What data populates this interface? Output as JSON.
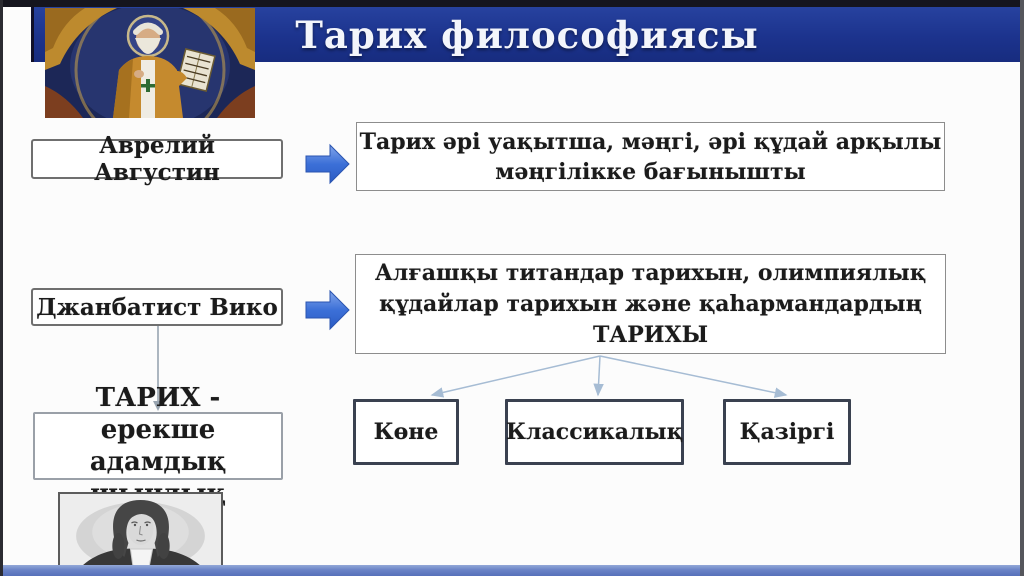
{
  "header": {
    "title": "Тарих философиясы"
  },
  "diagram": {
    "row1": {
      "person": "Аврелий Августин",
      "statement_lines": [
        "Тарих  әрі уақытша, мәңгі, әрі құдай арқылы",
        "мәңгілікке бағынышты"
      ]
    },
    "row2": {
      "person": "Джанбатист Вико",
      "statement_lines": [
        "Алғашқы титандар  тарихын, олимпиялық",
        "құдайлар тарихын және қаһармандардың",
        "ТАРИХЫ"
      ]
    },
    "conclusion": {
      "lines": [
        "ТАРИХ - ерекше",
        "адамдық шындық"
      ]
    },
    "periods": [
      {
        "label": "Көне"
      },
      {
        "label": "Классикалық"
      },
      {
        "label": "Қазіргі"
      }
    ]
  },
  "images": {
    "top_left": "augustine-fresco-painting",
    "bottom_left": "vico-engraving-portrait"
  },
  "colors": {
    "header_bg": "#1c338d",
    "title_text": "#f3f5fb",
    "block_arrow_blue": "#3c70d8",
    "period_border": "#3a4150",
    "connector_gray": "#98a4b0",
    "bottom_band_blue": "#5670ba"
  }
}
